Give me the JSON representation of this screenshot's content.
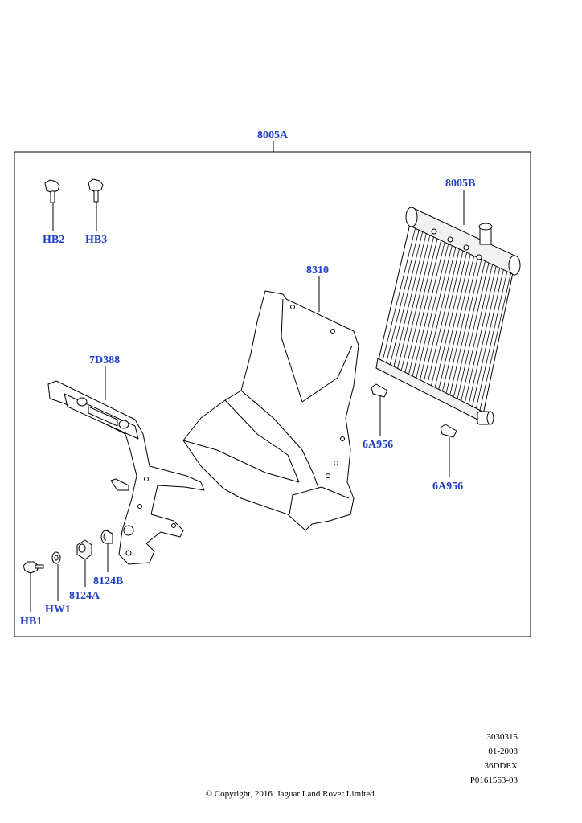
{
  "callouts": {
    "assembly": "8005A",
    "cooler": "8005B",
    "duct": "8310",
    "bracket": "7D388",
    "bolt_hb2": "HB2",
    "bolt_hb3": "HB3",
    "bolt_hb1": "HB1",
    "washer": "HW1",
    "bush_a": "8124A",
    "bush_b": "8124B",
    "clip_1": "6A956",
    "clip_2": "6A956"
  },
  "meta": {
    "line1": "3030315",
    "line2": "01-2008",
    "line3": "36DDEX",
    "line4": "P0161563-03"
  },
  "copyright": "© Copyright, 2016. Jaguar Land Rover Limited."
}
